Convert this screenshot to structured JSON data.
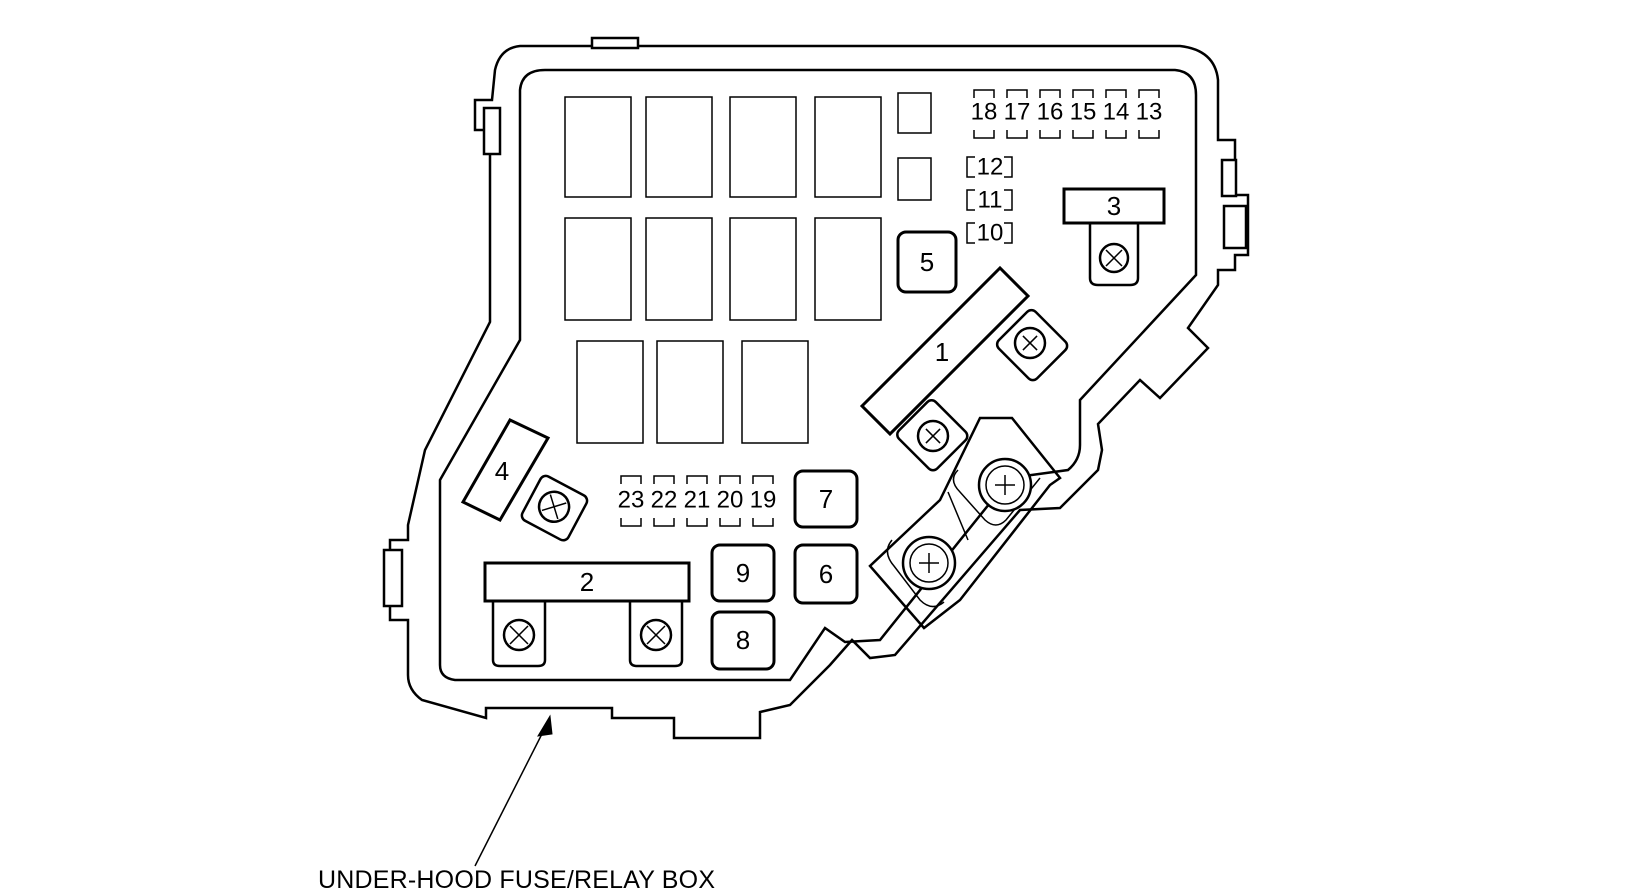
{
  "callout_label": "UNDER-HOOD FUSE/RELAY BOX",
  "fuse_labels": {
    "f1": "1",
    "f2": "2",
    "f3": "3",
    "f4": "4",
    "f5": "5",
    "f6": "6",
    "f7": "7",
    "f8": "8",
    "f9": "9",
    "f10": "10",
    "f11": "11",
    "f12": "12",
    "f13": "13",
    "f14": "14",
    "f15": "15",
    "f16": "16",
    "f17": "17",
    "f18": "18",
    "f19": "19",
    "f20": "20",
    "f21": "21",
    "f22": "22",
    "f23": "23"
  }
}
